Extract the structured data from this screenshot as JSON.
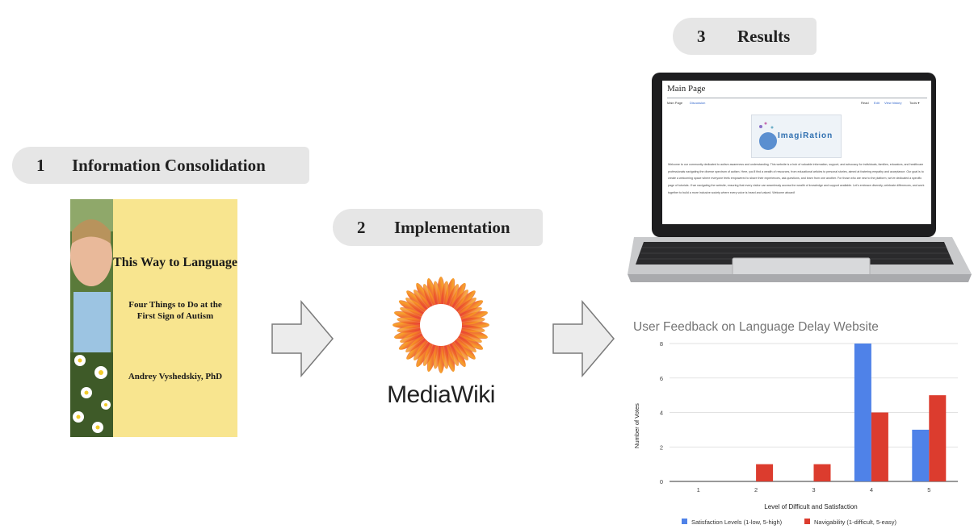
{
  "steps": [
    {
      "num": "1",
      "label": "Information Consolidation"
    },
    {
      "num": "2",
      "label": "Implementation"
    },
    {
      "num": "3",
      "label": "Results"
    }
  ],
  "book": {
    "title": "This Way to Language",
    "subtitle": "Four Things to Do at the First Sign of Autism",
    "author": "Andrey Vyshedskiy, PhD"
  },
  "mediawiki": {
    "wordmark": "MediaWiki"
  },
  "wiki": {
    "page_title": "Main Page",
    "tabs_left": [
      "Main Page",
      "Discussion"
    ],
    "tabs_right": [
      "Read",
      "Edit",
      "View history",
      "Tools ▾"
    ],
    "logo_text": "ImagiRation",
    "body": "Welcome to our community dedicated to autism awareness and understanding. This website is a hub of valuable information, support, and advocacy for individuals, families, educators, and healthcare professionals navigating the diverse spectrum of autism. Here, you'll find a wealth of resources, from educational articles to personal stories, aimed at fostering empathy and acceptance. Our goal is to create a welcoming space where everyone feels empowered to share their experiences, ask questions, and learn from one another. For those who are new to the platform, we've dedicated a specific page of tutorials. If we navigating the website, ensuring that every visitor can seamlessly access the wealth of knowledge and support available. Let's embrace diversity, celebrate differences, and work together to build a more inclusive society where every voice is heard and valued. Welcome aboard!"
  },
  "colors": {
    "satisfaction": "#4f82e8",
    "navigability": "#dc3c2e"
  },
  "chart_data": {
    "type": "bar",
    "title": "User Feedback on Language Delay Website",
    "xlabel": "Level of Difficult and Satisfaction",
    "ylabel": "Number of Votes",
    "categories": [
      "1",
      "2",
      "3",
      "4",
      "5"
    ],
    "series": [
      {
        "name": "Satisfaction Levels (1-low, 5-high)",
        "values": [
          0,
          0,
          0,
          8,
          3
        ]
      },
      {
        "name": "Navigability (1-difficult, 5-easy)",
        "values": [
          0,
          1,
          1,
          4,
          5
        ]
      }
    ],
    "ylim": [
      0,
      8
    ],
    "yticks": [
      "0",
      "2",
      "4",
      "6",
      "8"
    ],
    "grid": true,
    "legend": "bottom"
  }
}
